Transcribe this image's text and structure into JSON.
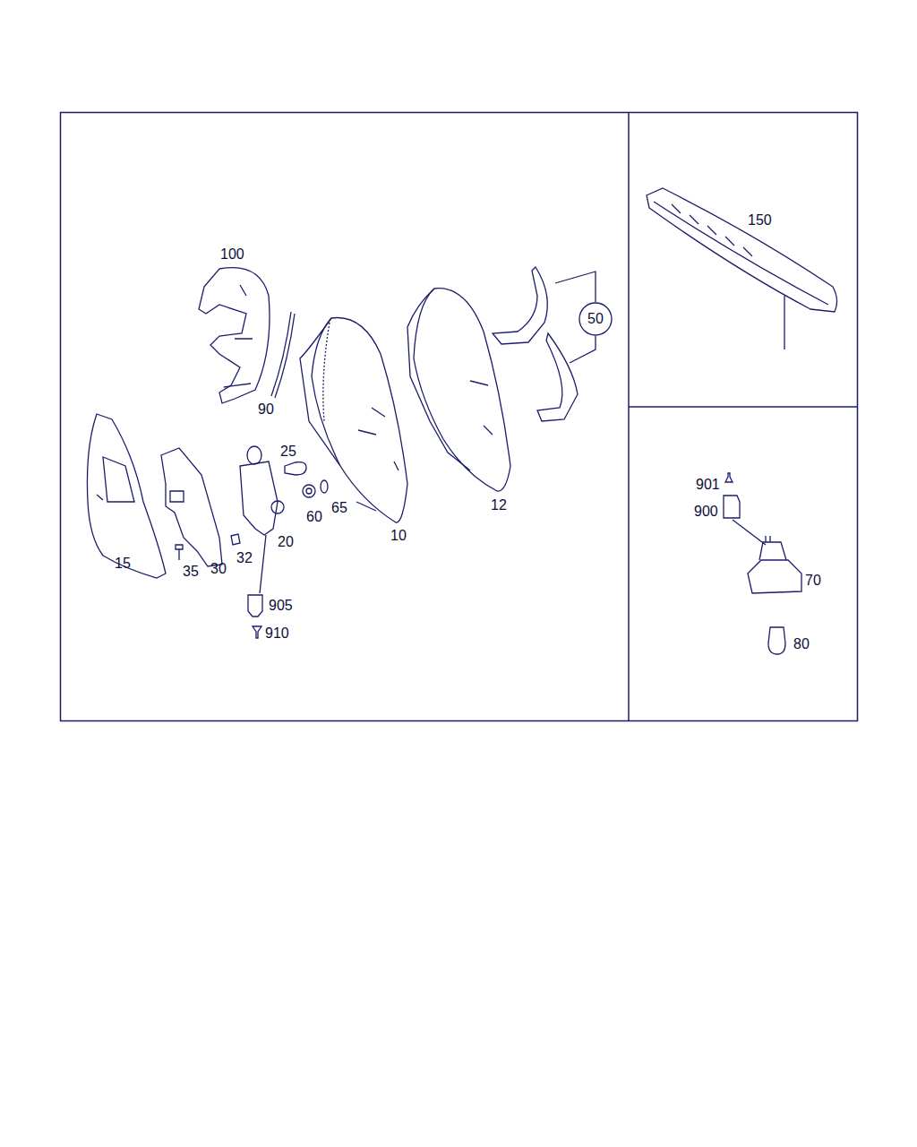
{
  "diagram": {
    "nodes": [
      {
        "text": [
          "50"
        ]
      }
    ],
    "labels": [
      "100",
      "90",
      "25",
      "60",
      "65",
      "10",
      "12",
      "15",
      "35",
      "30",
      "32",
      "20",
      "905",
      "910",
      "150",
      "901",
      "900",
      "70",
      "80"
    ]
  }
}
